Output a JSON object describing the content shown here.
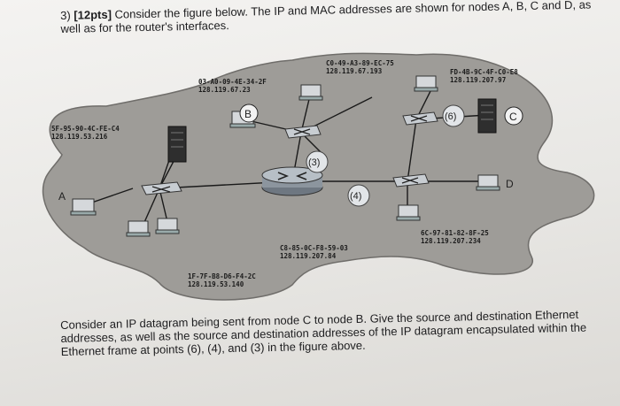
{
  "question": {
    "number": "3)",
    "points": "[12pts]",
    "intro": "Consider the figure below. The IP and MAC addresses are shown for nodes A, B, C and D, as well as for the router's interfaces.",
    "task": "Consider an IP datagram being sent from node C to node B. Give the source and destination Ethernet addresses, as well as the source and destination addresses of the IP datagram encapsulated within the Ethernet frame at points (6), (4), and (3) in the figure above."
  },
  "figure": {
    "nodes": {
      "A": "A",
      "B": "B",
      "C": "C",
      "D": "D"
    },
    "points": {
      "p3": "(3)",
      "p4": "(4)",
      "p6": "(6)"
    },
    "addresses": {
      "b_mac": "03-A0-09-4E-34-2F",
      "b_ip": "128.119.67.23",
      "router_top_mac": "C0-49-A3-89-EC-75",
      "router_top_ip": "128.119.67.193",
      "c_mac": "FD-4B-9C-4F-C0-E8",
      "c_ip": "128.119.207.97",
      "a_mac": "5F-95-90-4C-FE-C4",
      "a_ip": "128.119.53.216",
      "router_bottom_mac": "C8-85-0C-F8-59-03",
      "router_bottom_ip": "128.119.207.84",
      "router_left_mac": "1F-7F-B8-D6-F4-2C",
      "router_left_ip": "128.119.53.140",
      "d_mac": "6C-97-81-82-8F-25",
      "d_ip": "128.119.207.234"
    }
  }
}
